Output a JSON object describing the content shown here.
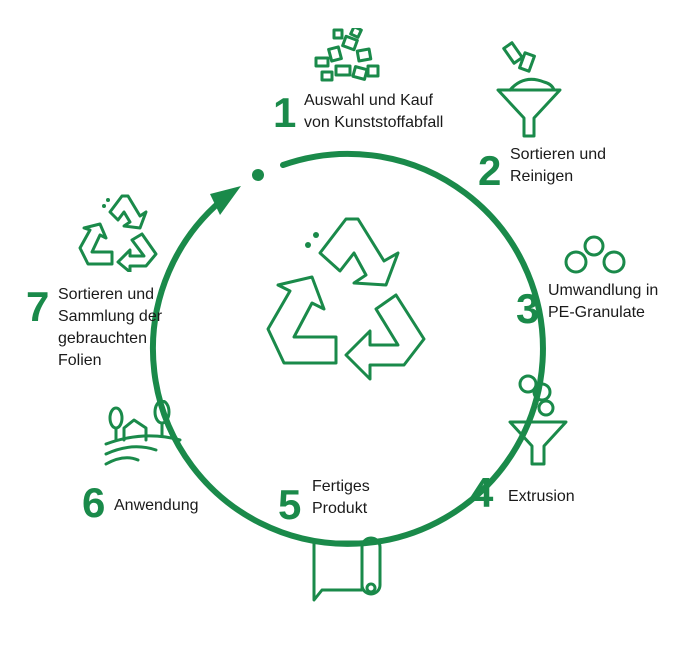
{
  "colors": {
    "accent": "#1a8a4a",
    "text": "#1a1a1a"
  },
  "steps": [
    {
      "number": "1",
      "label_lines": [
        "Auswahl und Kauf",
        "von Kunststoffabfall"
      ],
      "icon": "plastic-waste-pile-icon"
    },
    {
      "number": "2",
      "label_lines": [
        "Sortieren und",
        "Reinigen"
      ],
      "icon": "funnel-sorting-icon"
    },
    {
      "number": "3",
      "label_lines": [
        "Umwandlung in",
        "PE-Granulate"
      ],
      "icon": "granules-icon"
    },
    {
      "number": "4",
      "label_lines": [
        "Extrusion"
      ],
      "icon": "extrusion-funnel-icon"
    },
    {
      "number": "5",
      "label_lines": [
        "Fertiges",
        "Produkt"
      ],
      "icon": "film-roll-icon"
    },
    {
      "number": "6",
      "label_lines": [
        "Anwendung"
      ],
      "icon": "farm-field-icon"
    },
    {
      "number": "7",
      "label_lines": [
        "Sortieren und",
        "Sammlung der",
        "gebrauchten",
        "Folien"
      ],
      "icon": "recycle-small-icon"
    }
  ],
  "center_icon": "recycle-large-icon"
}
